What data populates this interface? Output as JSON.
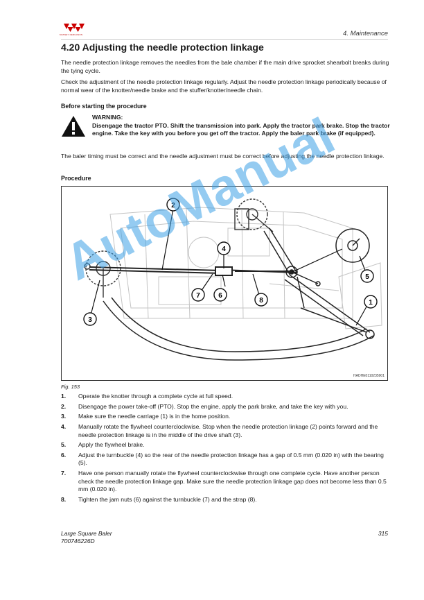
{
  "header": {
    "brand_logo": "massey-ferguson-triple-triangle-logo",
    "brand_text": "MASSEY FERGUSON",
    "section": "4. Maintenance"
  },
  "title": "4.20  Adjusting the needle protection linkage",
  "intro": [
    "The needle protection linkage removes the needles from the bale chamber if the main drive sprocket shearbolt breaks during the tying cycle.",
    "Check the adjustment of the needle protection linkage regularly. Adjust the needle protection linkage periodically because of normal wear of the knotter/needle brake and the stuffer/knotter/needle chain."
  ],
  "before_heading": "Before starting the procedure",
  "warning": {
    "icon": "warning-triangle-icon",
    "title": "WARNING:",
    "text": "Disengage the tractor PTO. Shift the transmission into park. Apply the tractor park brake. Stop the tractor engine. Take the key with you before you get off the tractor. Apply the baler park brake (if equipped)."
  },
  "timing_note": "The baler timing must be correct and the needle adjustment must be correct before adjusting the needle protection linkage.",
  "procedure_heading": "Procedure",
  "figure": {
    "callouts": [
      "1",
      "2",
      "3",
      "4",
      "5",
      "6",
      "7",
      "8"
    ],
    "code": "HADHE0110235901",
    "caption": "Fig. 153"
  },
  "watermark": "AutoManual",
  "steps": [
    {
      "num": "1.",
      "text": "Operate the knotter through a complete cycle at full speed."
    },
    {
      "num": "2.",
      "text": "Disengage the power take-off (PTO). Stop the engine, apply the park brake, and take the key with you."
    },
    {
      "num": "3.",
      "text": "Make sure the needle carriage (1) is in the home position."
    },
    {
      "num": "4.",
      "text": "Manually rotate the flywheel counterclockwise. Stop when the needle protection linkage (2) points forward and the needle protection linkage is in the middle of the drive shaft (3)."
    },
    {
      "num": "5.",
      "text": "Apply the flywheel brake."
    },
    {
      "num": "6.",
      "text": "Adjust the turnbuckle (4) so the rear of the needle protection linkage has a gap of 0.5 mm (0.020 in) with the bearing (5)."
    },
    {
      "num": "7.",
      "text": "Have one person manually rotate the flywheel counterclockwise through one complete cycle. Have another person check the needle protection linkage gap. Make sure the needle protection linkage gap does not become less than 0.5 mm (0.020 in)."
    },
    {
      "num": "8.",
      "text": "Tighten the jam nuts (6) against the turnbuckle (7) and the strap (8)."
    }
  ],
  "footer": {
    "product": "Large Square Baler",
    "doc_number": "700746226D",
    "page": "315"
  }
}
